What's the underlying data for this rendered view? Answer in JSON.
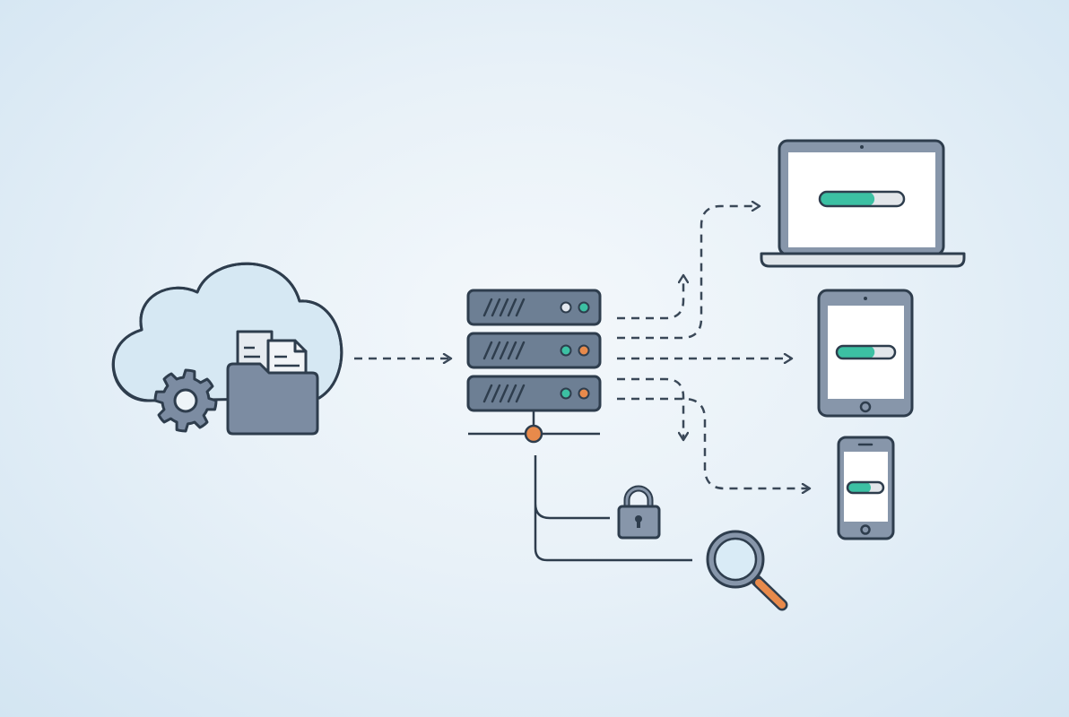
{
  "colors": {
    "outline": "#2e3d4d",
    "device_body": "#8796aa",
    "server": "#6d7f94",
    "cloud": "#d6e8f3",
    "accent_teal": "#3cc0a3",
    "accent_orange": "#e88a4b",
    "screen": "#ffffff"
  },
  "icons": [
    "cloud-icon",
    "gear-icon",
    "folder-icon",
    "document-icon",
    "server-icon",
    "network-node-icon",
    "lock-icon",
    "magnifier-icon",
    "laptop-icon",
    "tablet-icon",
    "phone-icon"
  ],
  "devices": [
    {
      "name": "laptop",
      "progress": 0.65
    },
    {
      "name": "tablet",
      "progress": 0.65
    },
    {
      "name": "phone",
      "progress": 0.65
    }
  ]
}
